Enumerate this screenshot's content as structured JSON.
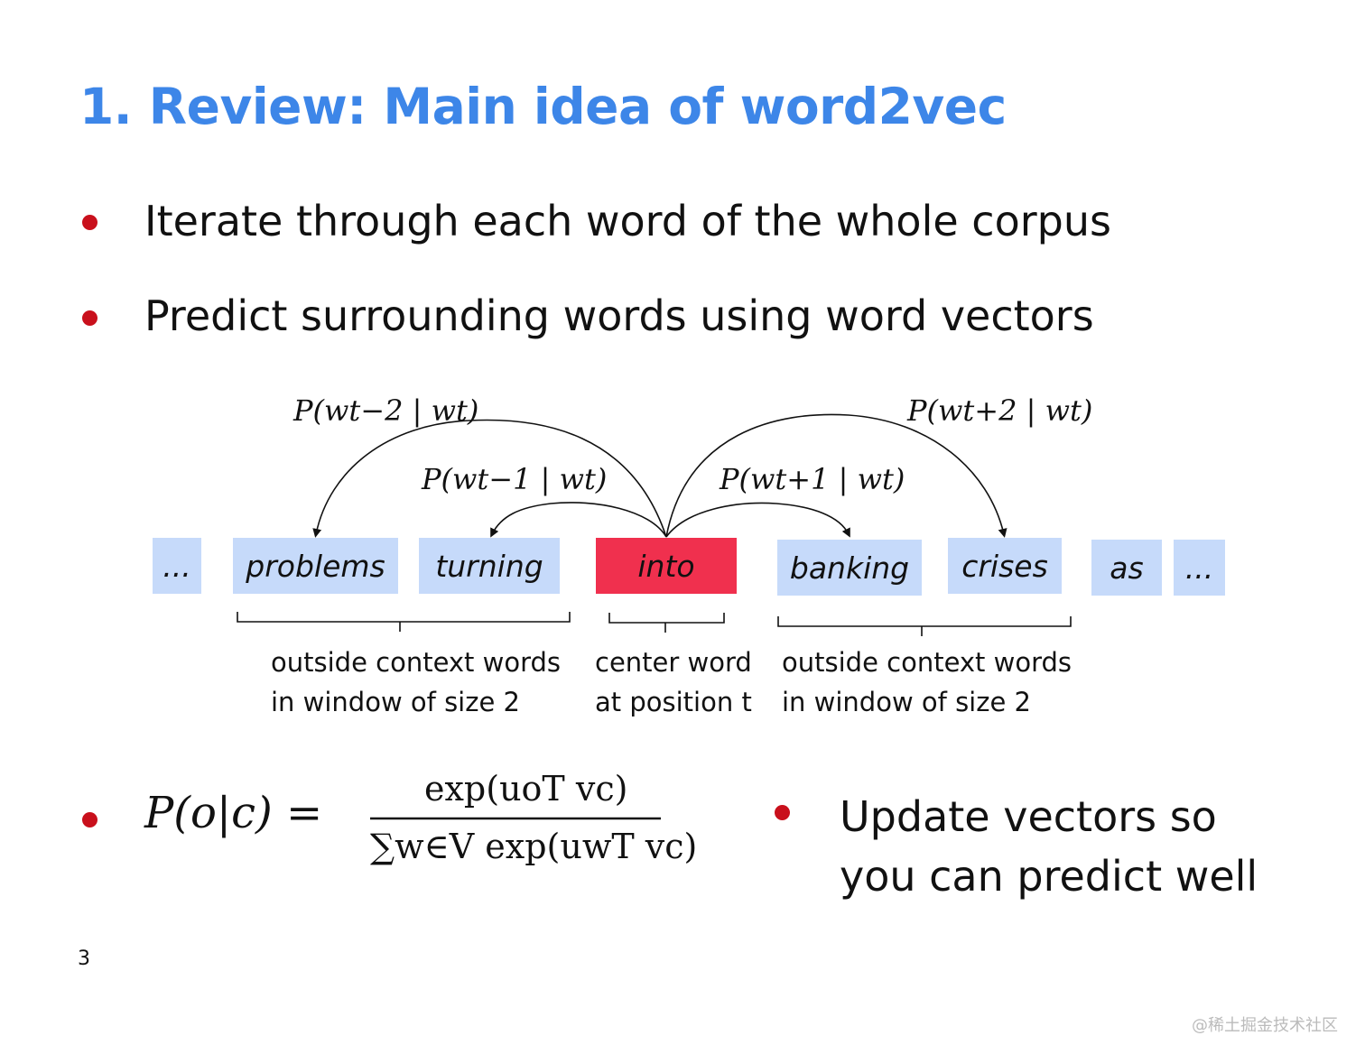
{
  "title": "1. Review: Main idea of word2vec",
  "bullets": [
    "Iterate through each word of the whole corpus",
    "Predict surrounding words using word vectors"
  ],
  "words": [
    {
      "text": "...",
      "role": "outside"
    },
    {
      "text": "problems",
      "role": "context"
    },
    {
      "text": "turning",
      "role": "context"
    },
    {
      "text": "into",
      "role": "center"
    },
    {
      "text": "banking",
      "role": "context"
    },
    {
      "text": "crises",
      "role": "context"
    },
    {
      "text": "as",
      "role": "outside"
    },
    {
      "text": "...",
      "role": "outside"
    }
  ],
  "arcs": {
    "t_minus_2": "P(wt−2 | wt)",
    "t_minus_1": "P(wt−1 | wt)",
    "t_plus_1": "P(wt+1 | wt)",
    "t_plus_2": "P(wt+2 | wt)"
  },
  "brackets": {
    "left": [
      "outside context words",
      "in window of size 2"
    ],
    "center": [
      "center word",
      "at position t"
    ],
    "right": [
      "outside context words",
      "in window of size 2"
    ]
  },
  "formula": {
    "lhs": "P(o|c) =",
    "numerator": "exp(uoT vc)",
    "denominator": "∑w∈V exp(uwT vc)"
  },
  "update_bullet": [
    "Update vectors so",
    "you can predict well"
  ],
  "page_number": "3",
  "watermark": "@稀土掘金技术社区",
  "colors": {
    "title": "#3d86e8",
    "bullet": "#c9101c",
    "word_box": "#c6dafa",
    "center_box": "#f0304e"
  }
}
